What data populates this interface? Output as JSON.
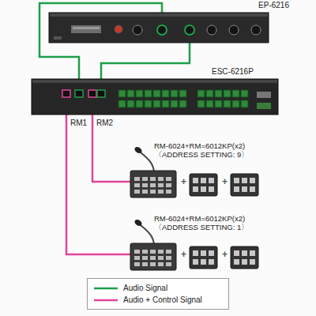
{
  "diagram": {
    "nodes": [
      {
        "text": [
          "EP-6216"
        ]
      },
      {
        "text": [
          "ESC-6216P"
        ]
      },
      {
        "text": [
          "RM-6024+RM=6012KP(x2)",
          "〈ADDRESS SETTING: 9〉"
        ]
      },
      {
        "text": [
          "RM-6024+RM=6012KP(x2)",
          "〈ADDRESS SETTING: 1〉"
        ]
      }
    ],
    "edges": [
      {
        "from": 0,
        "to": 1,
        "arrow": "none"
      },
      {
        "from": 0,
        "to": 1,
        "arrow": "none"
      },
      {
        "from": 1,
        "to": 2,
        "label": "RM2",
        "arrow": "none"
      },
      {
        "from": 1,
        "to": 3,
        "label": "RM1",
        "arrow": "none"
      }
    ],
    "labels": [
      "+",
      "+",
      "+",
      "+"
    ],
    "legend": [
      {
        "text": "Audio Signal"
      },
      {
        "text": "Audio + Control Signal"
      }
    ]
  }
}
